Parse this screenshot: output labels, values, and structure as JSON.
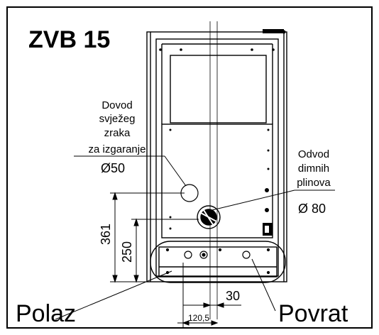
{
  "model": "ZVB 15",
  "air_inlet": {
    "lines": [
      "Dovod",
      "svježeg",
      "zraka",
      "za izgaranje"
    ],
    "diameter": "Ø50"
  },
  "flue_outlet": {
    "lines": [
      "Odvod",
      "dimnih",
      "plinova"
    ],
    "diameter": "Ø 80"
  },
  "dimensions": {
    "height_outer": "361",
    "height_inner": "250",
    "offset_right": "30",
    "offset_bottom": "120,5"
  },
  "connections": {
    "flow": "Polaz",
    "return": "Povrat"
  }
}
